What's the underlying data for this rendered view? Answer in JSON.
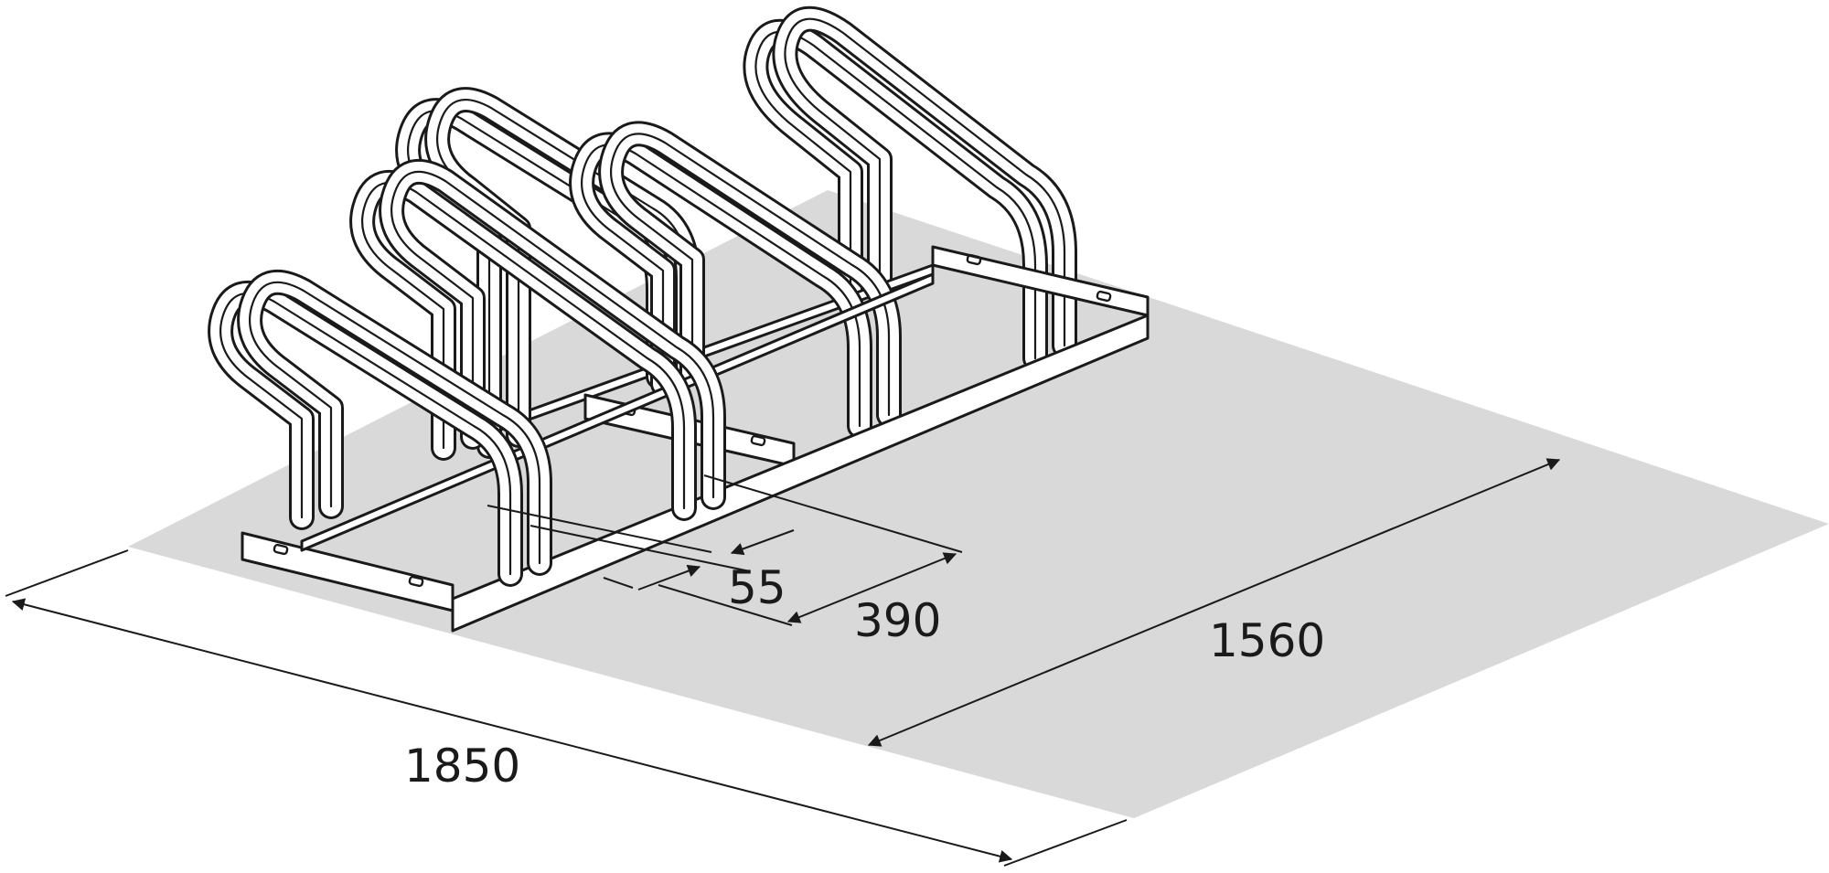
{
  "dimensions": {
    "total_length": "1850",
    "total_depth": "1560",
    "stand_spacing": "390",
    "tube_gap": "55"
  },
  "colors": {
    "floor": "#d9d9d9",
    "line": "#1a1a1a",
    "background": "#ffffff"
  }
}
